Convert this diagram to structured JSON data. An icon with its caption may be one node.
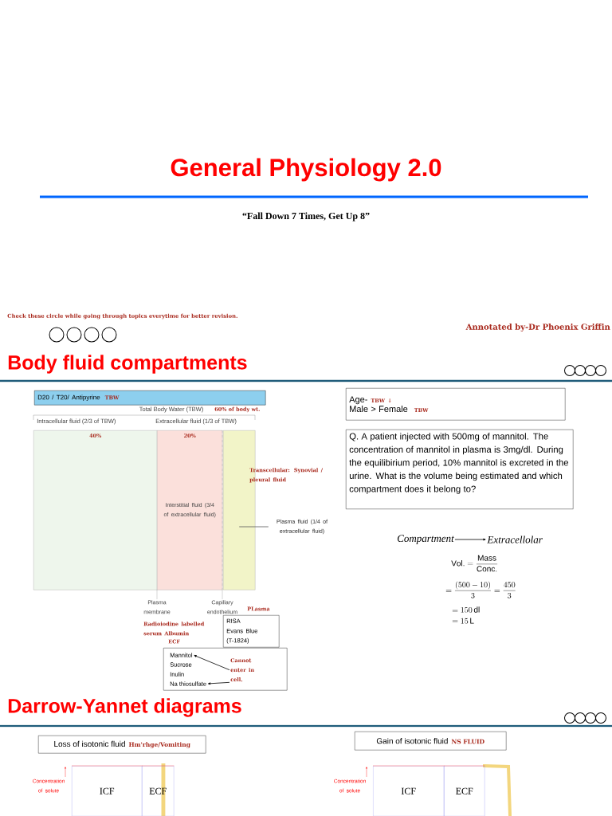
{
  "diagram": {
    "title": "General Physiology 2.0",
    "nodes": [
      {
        "text": [
          "D20 / T20/ Antipyrine",
          "TBW"
        ]
      },
      {
        "text": [
          "40%"
        ]
      },
      {
        "text": [
          "20%",
          "Interstitial fluid (3/4 of extracellular fluid)"
        ]
      },
      {
        "text": [],
        "shape": "box",
        "beside": [
          "Transcellular: Synovial / pleural fluid"
        ]
      },
      {
        "text": [
          "Plasma fluid (1/4 of extracellular fluid)"
        ]
      },
      {
        "text": [
          "Age-",
          "TBW ↓",
          "Male > Female",
          "TBW"
        ]
      },
      {
        "text": [
          "Q. A patient injected with 500mg of mannitol. The concentration of mannitol in plasma is 3mg/dl. During the equilibirium period, 10% mannitol is excreted in the urine. What is the volume being estimated and which compartment does it belong to?"
        ]
      },
      {
        "text": [
          "Compartment"
        ]
      },
      {
        "text": [
          "Extracellolar"
        ]
      },
      {
        "text": [
          "RISA",
          "Evans Blue",
          "(T-1824)"
        ],
        "beside": [
          "PLasma",
          "Radioiodine labelled serum Albumin"
        ]
      },
      {
        "text": [],
        "shape": "box",
        "beside": [
          "ECF"
        ]
      },
      {
        "text": [
          "Mannitol"
        ],
        "in": 10
      },
      {
        "text": [
          "Sucrose"
        ],
        "in": 10
      },
      {
        "text": [
          "Inulin"
        ],
        "in": 10
      },
      {
        "text": [
          "Na thiosulfate"
        ],
        "in": 10
      },
      {
        "text": [
          "Cannot enter in cell."
        ],
        "in": 10
      },
      {
        "text": [
          "Loss of isotonic fluid",
          "Hm'rhge/Vomiting"
        ]
      },
      {
        "text": [
          "Gain of isotonic fluid",
          "NS FLUID"
        ]
      },
      {
        "text": [
          "ICF"
        ],
        "beside": [
          "Concentration of solute"
        ]
      },
      {
        "text": [
          "ECF"
        ]
      },
      {
        "text": [
          "ICF"
        ],
        "beside": [
          "Concentration of solute"
        ]
      },
      {
        "text": [
          "ECF"
        ]
      }
    ],
    "edges": [
      {
        "from": 4,
        "to": 3,
        "arrow": "none",
        "color": "#555555"
      },
      {
        "from": 7,
        "to": 8,
        "arrow": "to"
      },
      {
        "from": 15,
        "to": 11,
        "arrow": "to"
      },
      {
        "from": 15,
        "to": 14,
        "arrow": "to"
      }
    ],
    "labels": [
      "“Fall Down 7 Times, Get Up 8”",
      "Check these circle while going through topics everytime for better revision.",
      "Annotated by-Dr Phoenix Griffin",
      "Body fluid compartments",
      "Total Body Water (TBW)",
      "60% of body wt.",
      "Intracellular fluid (2/3 of TBW)",
      "Extracellular fluid (1/3 of TBW)",
      "Plasma membrane",
      "Capillary endothelium",
      "\\mathrm{Vol.} = \\frac{\\mathrm{Mass}}{\\mathrm{Conc.}}",
      "= \\frac{(500 - 10)}{3} = \\frac{450}{3}",
      "= 150\\,\\mathrm{dl}",
      "= 15\\,\\mathrm{L}",
      "Darrow-Yannet diagrams"
    ]
  }
}
